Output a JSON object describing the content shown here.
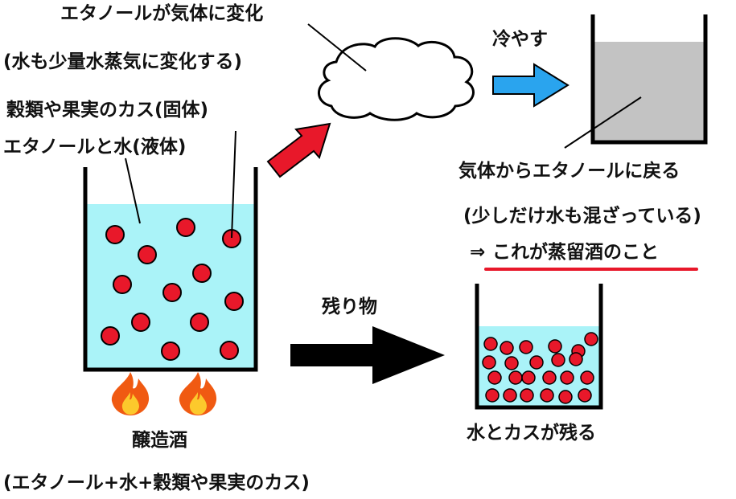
{
  "labels": {
    "gas_title": "エタノールが気体に変化",
    "gas_note": "(水も少量水蒸気に変化する)",
    "solid": "穀類や果実のカス(固体)",
    "liquid": "エタノールと水(液体)",
    "cool": "冷やす",
    "back_to_liquid": "気体からエタノールに戻る",
    "mixed_note": "(少しだけ水も混ざっている)",
    "conclusion_arrow": "⇒",
    "conclusion": "これが蒸留酒のこと",
    "leftover": "残り物",
    "remains": "水とカスが残る",
    "source_name": "醸造酒",
    "source_note": "(エタノール+水+穀類や果実のカス)"
  },
  "colors": {
    "liquid": "#aaf3f8",
    "particle": "#e8182a",
    "hot_arrow": "#e8182a",
    "cool_arrow": "#2aa4ee",
    "distillate": "#c3c3c3",
    "black_arrow": "#000000",
    "underline": "#e8182a",
    "flame_outer": "#f05a12",
    "flame_inner": "#fcc92c"
  },
  "icons": [
    "cloud-icon",
    "fire-icon",
    "arrow-icon"
  ]
}
